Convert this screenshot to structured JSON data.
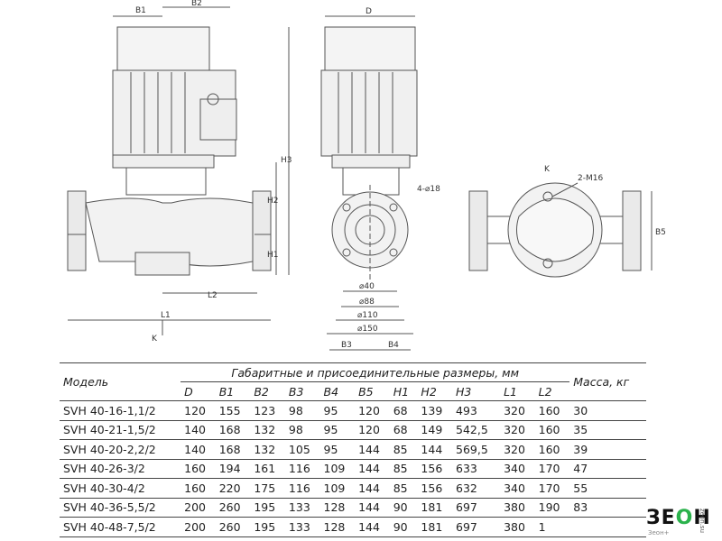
{
  "drawing": {
    "labels": {
      "b1": "B1",
      "b2": "B2",
      "d": "D",
      "h1": "H1",
      "h2": "H2",
      "h3": "H3",
      "l1": "L1",
      "l2": "L2",
      "k_side": "K",
      "k_top": "K",
      "bolt": "4-⌀18",
      "thread": "2-M16",
      "d40": "⌀40",
      "d88": "⌀88",
      "d110": "⌀110",
      "d150": "⌀150",
      "b3": "B3",
      "b4": "B4",
      "b5": "B5"
    }
  },
  "table": {
    "model_header": "Модель",
    "dims_header": "Габаритные и присоединительные размеры, мм",
    "mass_header": "Масса, кг",
    "columns": [
      "D",
      "B1",
      "B2",
      "B3",
      "B4",
      "B5",
      "H1",
      "H2",
      "H3",
      "L1",
      "L2"
    ],
    "rows": [
      [
        "SVH 40-16-1,1/2",
        "120",
        "155",
        "123",
        "98",
        "95",
        "120",
        "68",
        "139",
        "493",
        "320",
        "160",
        "30"
      ],
      [
        "SVH 40-21-1,5/2",
        "140",
        "168",
        "132",
        "98",
        "95",
        "120",
        "68",
        "149",
        "542,5",
        "320",
        "160",
        "35"
      ],
      [
        "SVH 40-20-2,2/2",
        "140",
        "168",
        "132",
        "105",
        "95",
        "144",
        "85",
        "144",
        "569,5",
        "320",
        "160",
        "39"
      ],
      [
        "SVH 40-26-3/2",
        "160",
        "194",
        "161",
        "116",
        "109",
        "144",
        "85",
        "156",
        "633",
        "340",
        "170",
        "47"
      ],
      [
        "SVH 40-30-4/2",
        "160",
        "220",
        "175",
        "116",
        "109",
        "144",
        "85",
        "156",
        "632",
        "340",
        "170",
        "55"
      ],
      [
        "SVH 40-36-5,5/2",
        "200",
        "260",
        "195",
        "133",
        "128",
        "144",
        "90",
        "181",
        "697",
        "380",
        "190",
        "83"
      ],
      [
        "SVH 40-48-7,5/2",
        "200",
        "260",
        "195",
        "133",
        "128",
        "144",
        "90",
        "181",
        "697",
        "380",
        "1",
        ""
      ]
    ]
  },
  "logo": {
    "main_pre": "ЗЕ",
    "main_dot": "О",
    "main_post": "Н",
    "sub": "Зеон+",
    "vert": "zeon.su"
  }
}
